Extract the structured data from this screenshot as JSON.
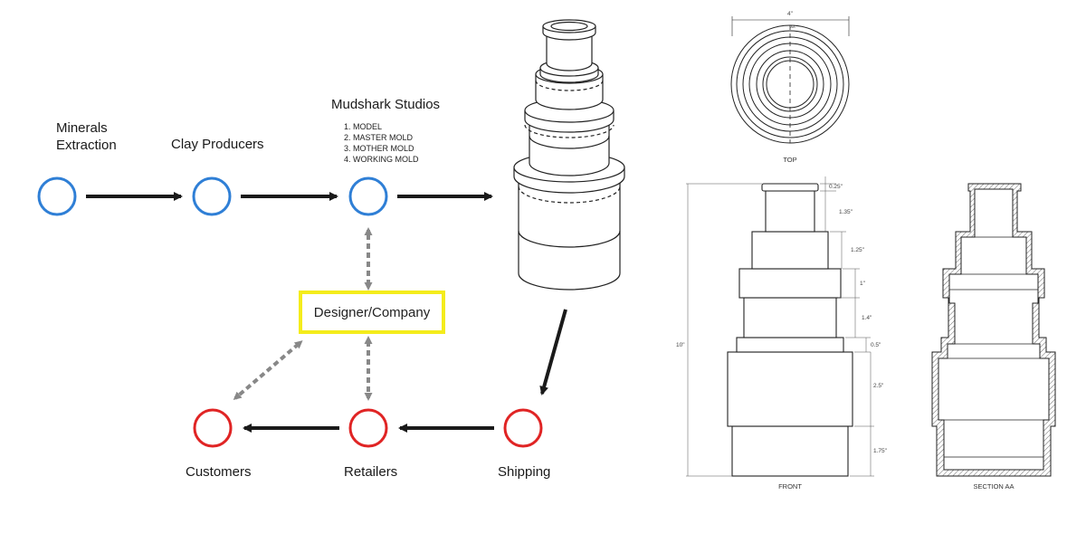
{
  "colors": {
    "supply_node": "#2f7fd6",
    "distribution_node": "#e02424",
    "designer_border": "#f4ec1c",
    "arrow": "#1a1a1a",
    "dashed_arrow": "#888888"
  },
  "flow": {
    "nodes": {
      "minerals": "Minerals\nExtraction",
      "clay": "Clay Producers",
      "studio": "Mudshark Studios",
      "shipping": "Shipping",
      "retailers": "Retailers",
      "customers": "Customers"
    },
    "studio_steps": [
      "1. MODEL",
      "2. MASTER MOLD",
      "3. MOTHER MOLD",
      "4. WORKING MOLD"
    ],
    "designer": "Designer/Company"
  },
  "drawing": {
    "views": {
      "top": "TOP",
      "front": "FRONT",
      "section": "SECTION AA"
    },
    "overall_width": "4\"",
    "overall_height": "10\"",
    "section_mark": "AA",
    "dimensions": [
      "0.25\"",
      "1.35\"",
      "1.25\"",
      "1\"",
      "1.4\"",
      "0.5\"",
      "2.5\"",
      "1.75\""
    ]
  }
}
